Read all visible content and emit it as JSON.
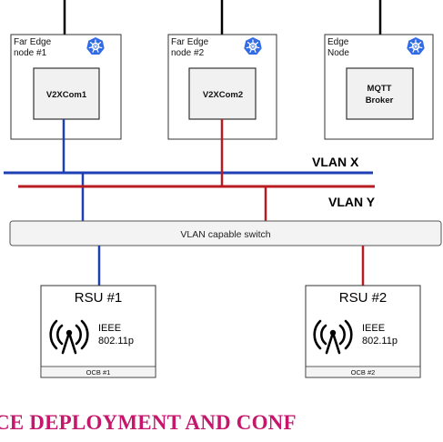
{
  "nodes": [
    {
      "label_line1": "Far Edge",
      "label_line2": "node #1",
      "component": "V2XCom1",
      "component_line2": "",
      "icon": "kubernetes-icon"
    },
    {
      "label_line1": "Far Edge",
      "label_line2": "node #2",
      "component": "V2XCom2",
      "component_line2": "",
      "icon": "kubernetes-icon"
    },
    {
      "label_line1": "Edge",
      "label_line2": "Node",
      "component": "MQTT",
      "component_line2": "Broker",
      "icon": "kubernetes-icon"
    }
  ],
  "vlans": [
    {
      "label": "VLAN X",
      "color": "#1f3fb5"
    },
    {
      "label": "VLAN Y",
      "color": "#b81c22"
    }
  ],
  "switch": {
    "label": "VLAN capable switch"
  },
  "rsus": [
    {
      "title": "RSU #1",
      "standard_line1": "IEEE",
      "standard_line2": "802.11p",
      "ocb": "OCB #1",
      "icon": "antenna-icon"
    },
    {
      "title": "RSU #2",
      "standard_line1": "IEEE",
      "standard_line2": "802.11p",
      "ocb": "OCB #2",
      "icon": "antenna-icon"
    }
  ],
  "colors": {
    "kubernetes": "#326ce5",
    "footer": "#c5176c"
  },
  "footer": {
    "text": "CE DEPLOYMENT AND CONF"
  }
}
